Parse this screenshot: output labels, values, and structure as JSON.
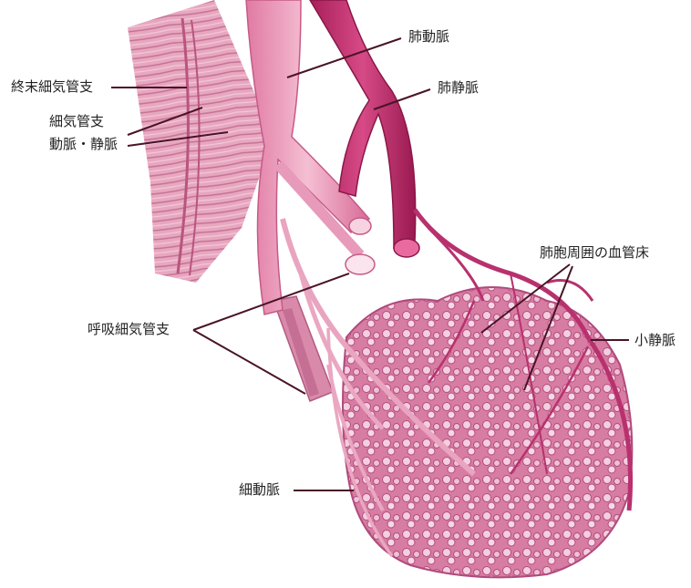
{
  "labels": {
    "terminal_bronchiole": "終末細気管支",
    "bronchiole": "細気管支",
    "artery_vein": "動脈・静脈",
    "pulmonary_artery": "肺動脈",
    "pulmonary_vein": "肺静脈",
    "alveolar_capillary_bed": "肺胞周囲の血管床",
    "venule": "小静脈",
    "respiratory_bronchiole": "呼吸細気管支",
    "arteriole": "細動脈"
  },
  "colors": {
    "background": "#ffffff",
    "artery": "#e89ab8",
    "vein": "#c2336f",
    "bronchus": "#d97a9e",
    "alveoli": "#d06f97",
    "leader_line": "#5a1a2e"
  }
}
